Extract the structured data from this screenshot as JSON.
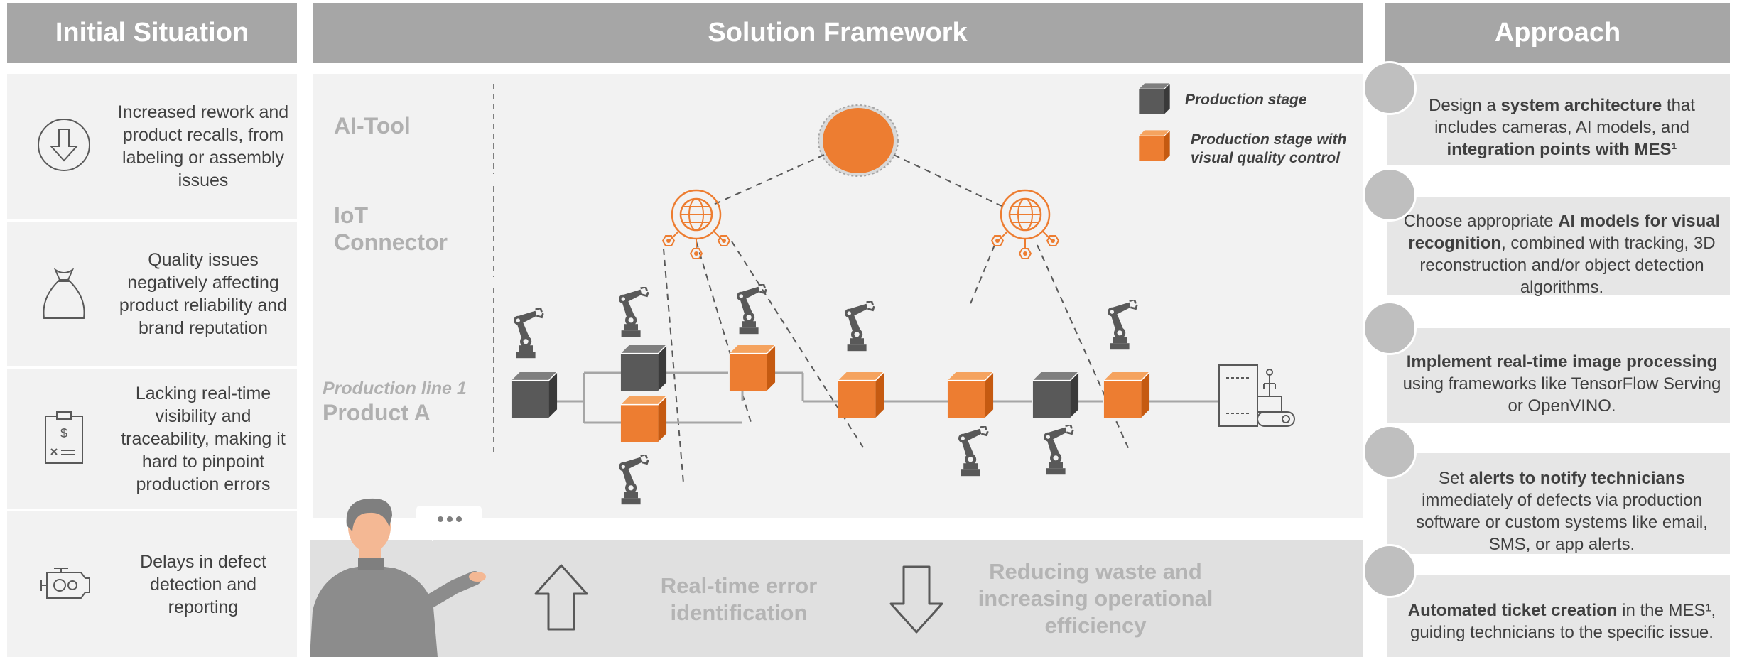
{
  "headers": {
    "initial_situation": "Initial Situation",
    "solution_framework": "Solution Framework",
    "approach": "Approach"
  },
  "initial_situation": [
    {
      "text": "Increased rework and product recalls, from labeling or assembly issues",
      "icon": "down-arrow-circle-icon"
    },
    {
      "text": "Quality issues negatively affecting product reliability and brand reputation",
      "icon": "money-bag-icon"
    },
    {
      "text": "Lacking real-time visibility and traceability, making it hard to pinpoint production errors",
      "icon": "clipboard-icon"
    },
    {
      "text": "Delays in defect detection and reporting",
      "icon": "engine-icon"
    }
  ],
  "framework": {
    "ai_tool_label": "AI-Tool",
    "iot_connector_label": "IoT Connector",
    "production_line_label": "Production line 1",
    "product_label": "Product A",
    "legend": {
      "production_stage": "Production stage",
      "visual_qc_stage": "Production stage with visual quality control"
    },
    "benefits": {
      "realtime": "Real-time error identification",
      "reducing": "Reducing waste and increasing operational efficiency"
    },
    "colors": {
      "orange": "#ed7d31",
      "dark_cube": "#595959",
      "panel_bg": "#f2f2f2"
    }
  },
  "approach": [
    {
      "parts": [
        {
          "t": "Design a ",
          "b": false
        },
        {
          "t": "system architecture",
          "b": true
        },
        {
          "t": " that includes cameras, AI models, and ",
          "b": false
        },
        {
          "t": "integration points with MES¹",
          "b": true
        }
      ]
    },
    {
      "parts": [
        {
          "t": "Choose appropriate ",
          "b": false
        },
        {
          "t": "AI models for visual recognition",
          "b": true
        },
        {
          "t": ", combined with tracking, 3D reconstruction and/or object detection algorithms.",
          "b": false
        }
      ]
    },
    {
      "parts": [
        {
          "t": "Implement real-time image processing",
          "b": true
        },
        {
          "t": " using frameworks like TensorFlow Serving or OpenVINO.",
          "b": false
        }
      ]
    },
    {
      "parts": [
        {
          "t": "Set ",
          "b": false
        },
        {
          "t": "alerts to notify technicians",
          "b": true
        },
        {
          "t": " immediately of defects via production software or custom systems like email, SMS, or app alerts.",
          "b": false
        }
      ]
    },
    {
      "parts": [
        {
          "t": "Automated ticket creation",
          "b": true
        },
        {
          "t": " in the MES¹, guiding technicians to the specific issue.",
          "b": false
        }
      ]
    }
  ]
}
